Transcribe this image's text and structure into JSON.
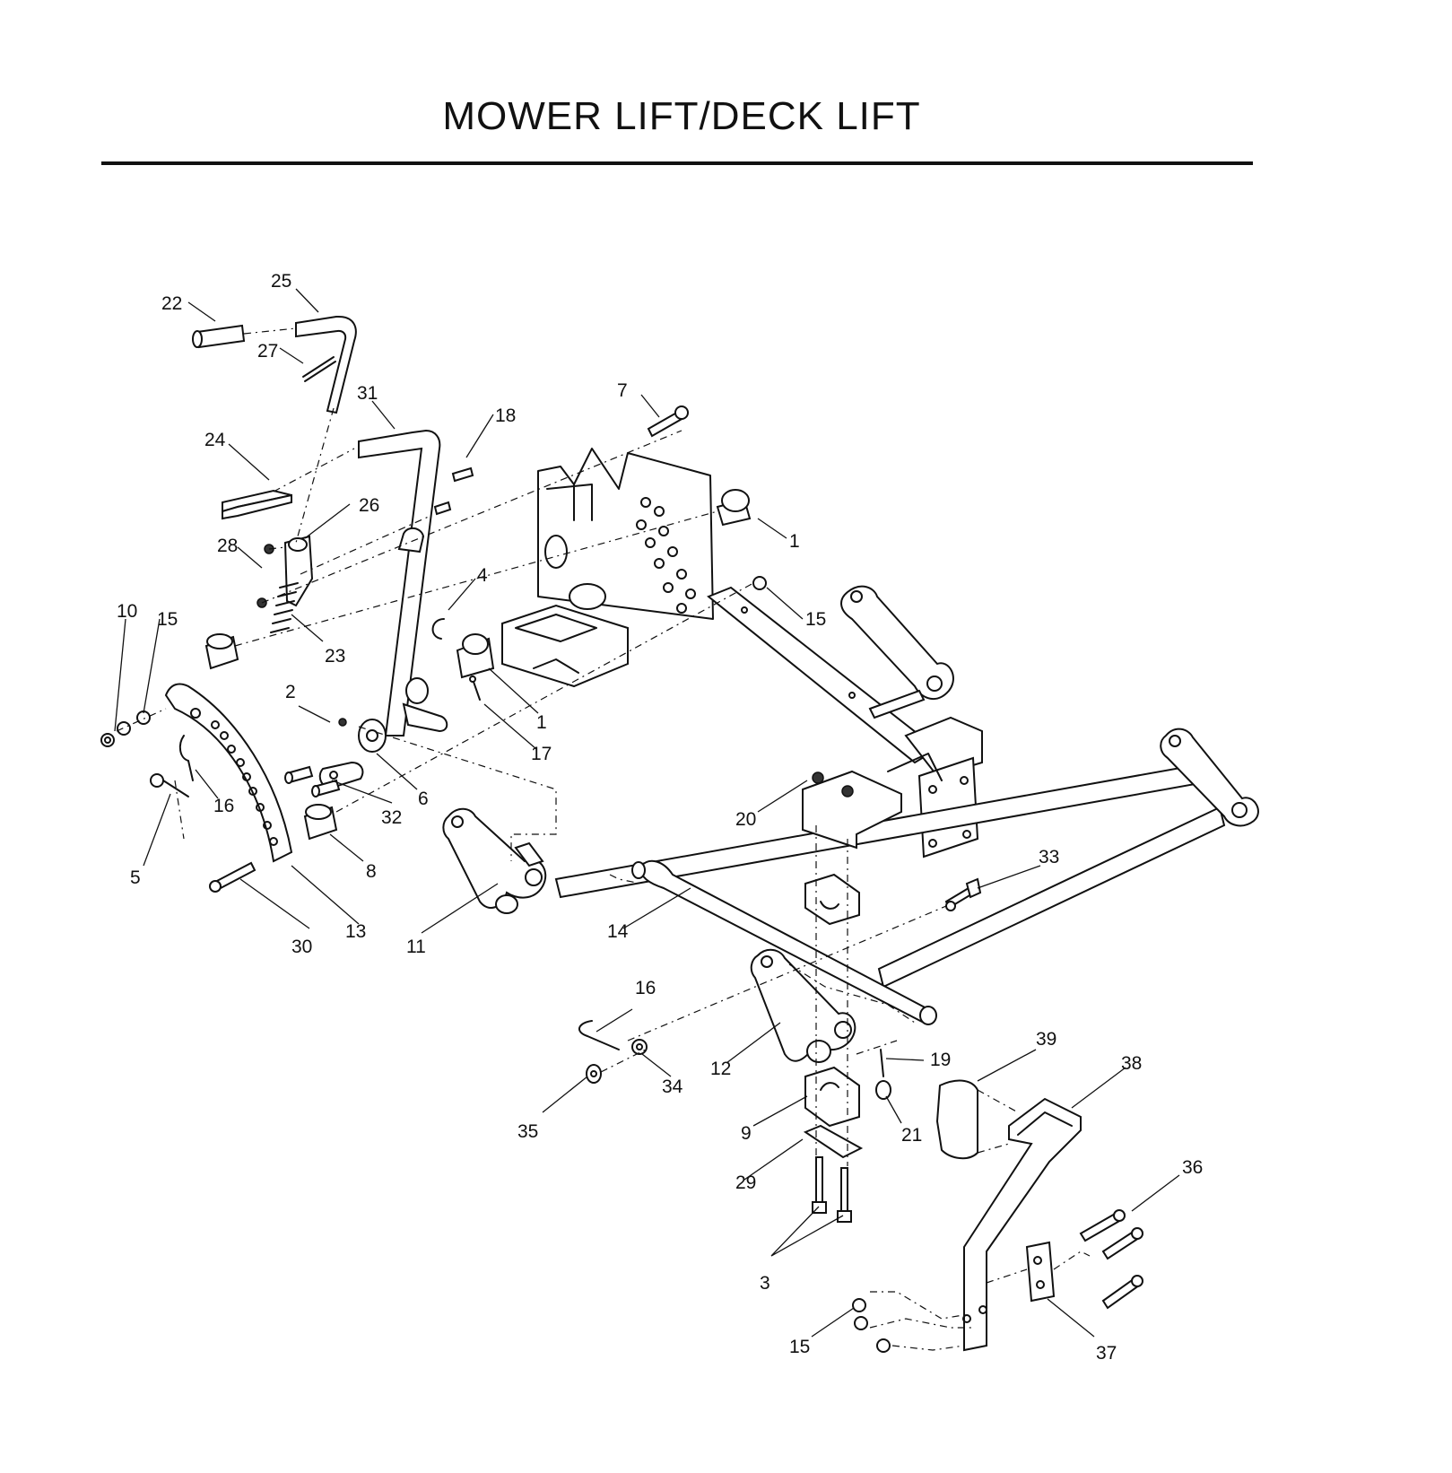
{
  "header": {
    "title": "MOWER LIFT/DECK LIFT"
  },
  "callouts": {
    "c1a": "1",
    "c1b": "1",
    "c2": "2",
    "c3": "3",
    "c4": "4",
    "c5": "5",
    "c6": "6",
    "c7": "7",
    "c8": "8",
    "c9": "9",
    "c10": "10",
    "c11": "11",
    "c12": "12",
    "c13": "13",
    "c14": "14",
    "c15a": "15",
    "c15b": "15",
    "c15c": "15",
    "c16a": "16",
    "c16b": "16",
    "c17": "17",
    "c18": "18",
    "c19": "19",
    "c20": "20",
    "c21": "21",
    "c22": "22",
    "c23": "23",
    "c24": "24",
    "c25": "25",
    "c26": "26",
    "c27": "27",
    "c28": "28",
    "c29": "29",
    "c30": "30",
    "c31": "31",
    "c32": "32",
    "c33": "33",
    "c34": "34",
    "c35": "35",
    "c36": "36",
    "c37": "37",
    "c38": "38",
    "c39": "39"
  }
}
